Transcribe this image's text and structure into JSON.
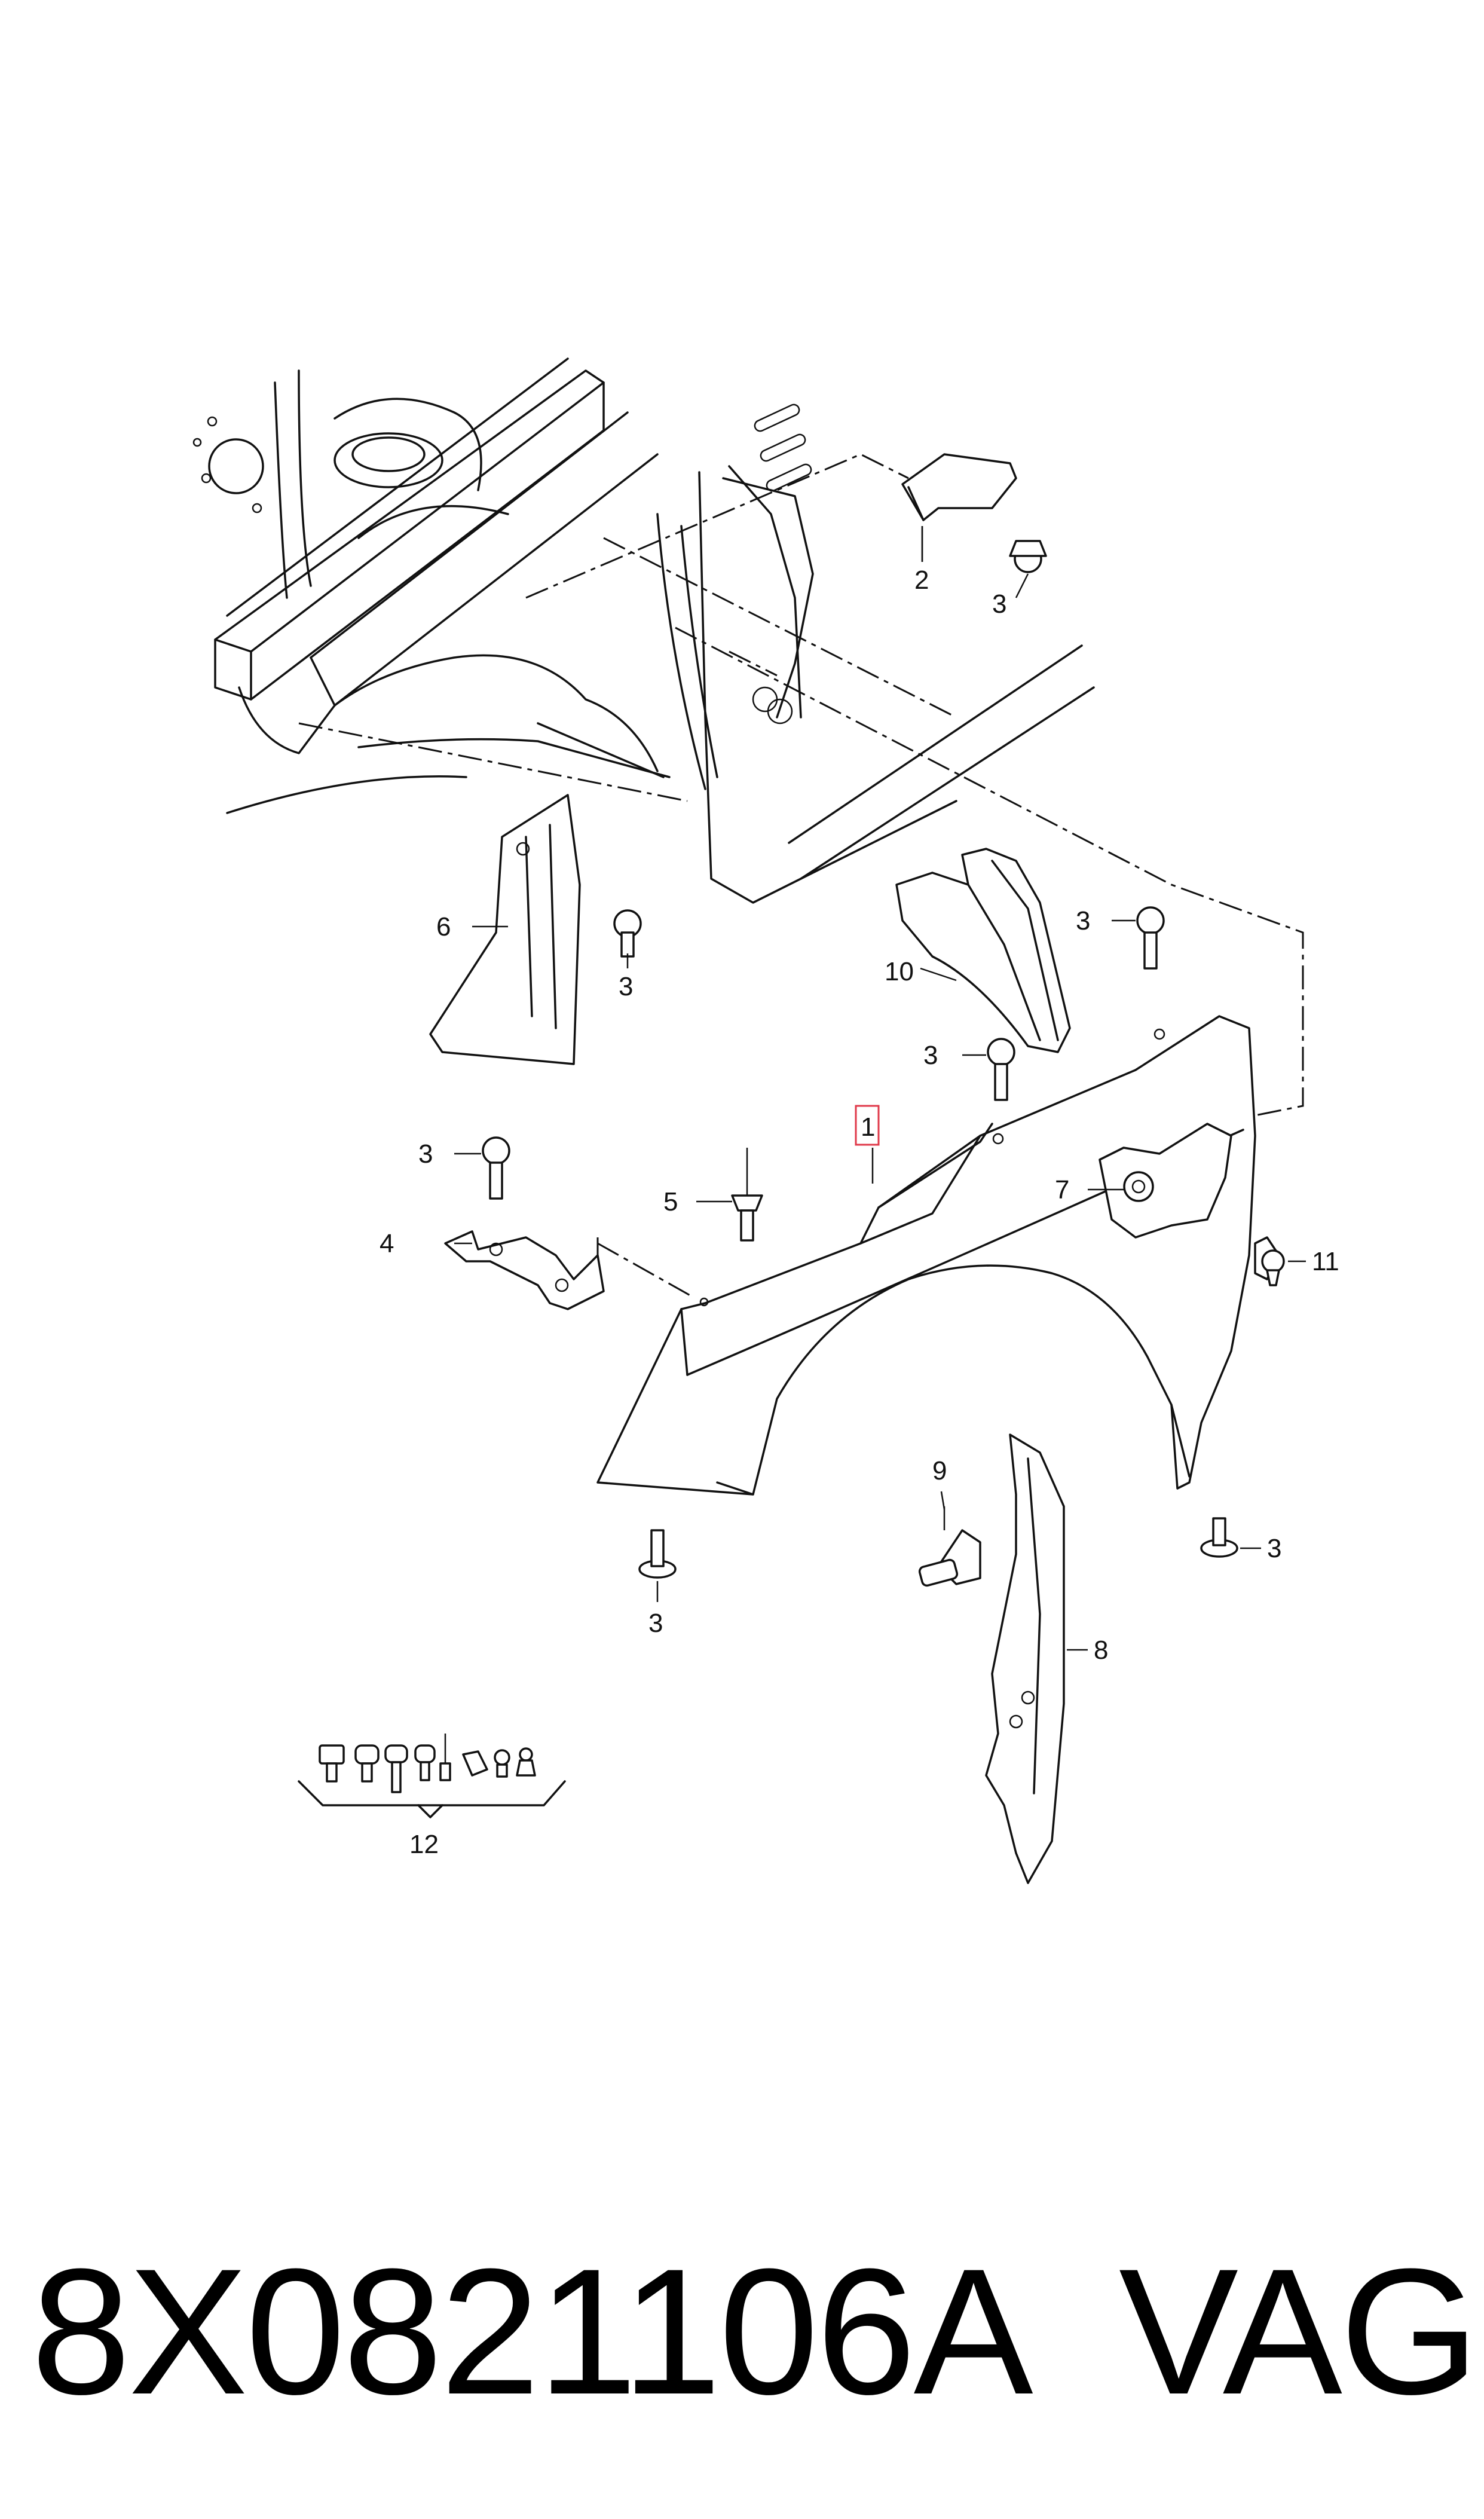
{
  "callouts": {
    "c1": "1",
    "c2": "2",
    "c3a": "3",
    "c3b": "3",
    "c3c": "3",
    "c3d": "3",
    "c3e": "3",
    "c3f": "3",
    "c3g": "3",
    "c4": "4",
    "c5": "5",
    "c6": "6",
    "c7": "7",
    "c8": "8",
    "c9": "9",
    "c10": "10",
    "c11": "11",
    "c12": "12"
  },
  "footer": {
    "part_number": "8X0821106A",
    "brand": "VAG"
  },
  "colors": {
    "line": "#111111",
    "highlight": "#e0394a",
    "background": "#ffffff"
  }
}
